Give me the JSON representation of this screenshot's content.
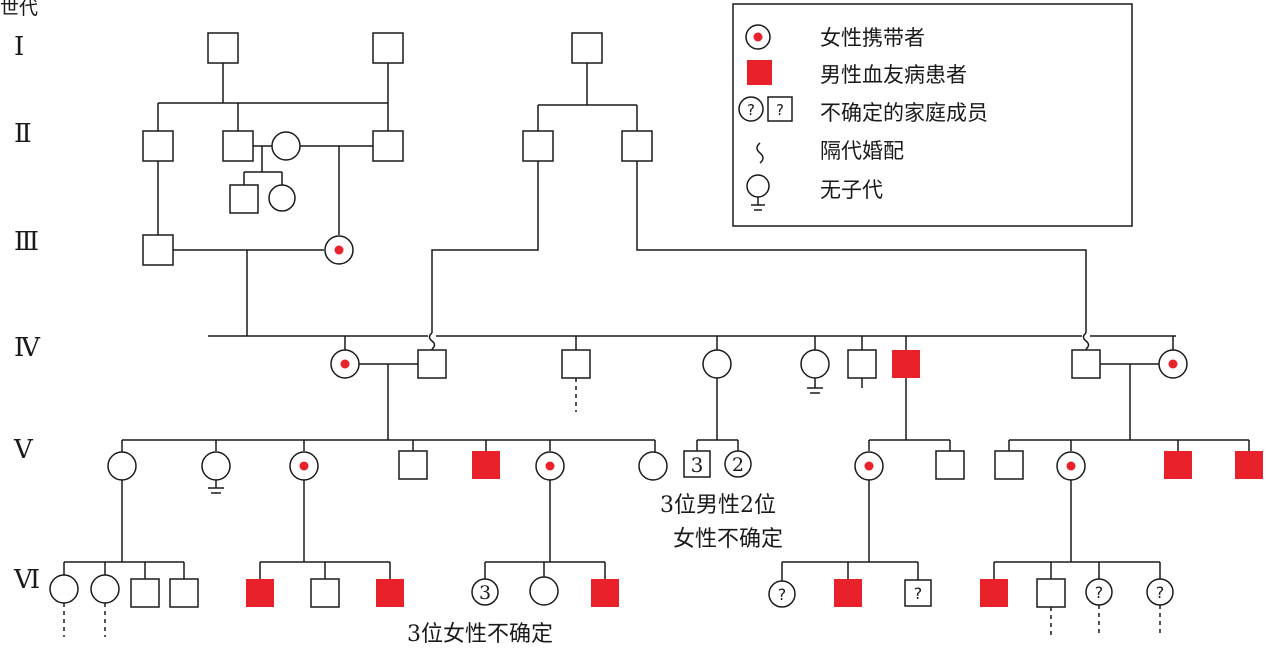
{
  "header": {
    "generation_label": "世代"
  },
  "generations": [
    "Ⅰ",
    "Ⅱ",
    "Ⅲ",
    "Ⅳ",
    "Ⅴ",
    "Ⅵ"
  ],
  "legend": {
    "carrier": "女性携带者",
    "affected_male": "男性血友病患者",
    "uncertain": "不确定的家庭成员",
    "cousin_marriage": "隔代婚配",
    "no_offspring": "无子代",
    "question_mark": "?"
  },
  "counts": {
    "gen5_males": "3",
    "gen5_females": "2",
    "gen6_females": "3"
  },
  "notes": {
    "gen5_line1": "3位男性2位",
    "gen5_line2": "女性不确定",
    "gen6": "3位女性不确定"
  },
  "colors": {
    "affected": "#e8212a",
    "line": "#1a1a1a"
  }
}
